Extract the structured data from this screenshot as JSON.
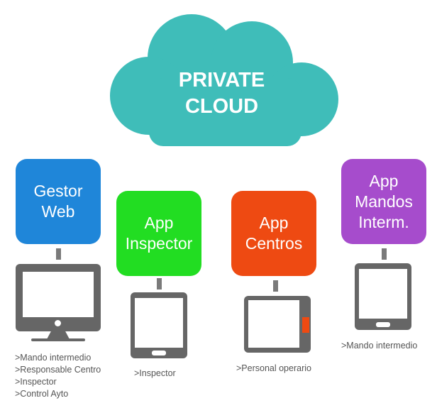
{
  "cloud": {
    "line1": "PRIVATE",
    "line2": "CLOUD",
    "color": "#3fbdb9"
  },
  "nodes": [
    {
      "lines": [
        "Gestor",
        "Web"
      ],
      "color": "#1f86d9",
      "device": "monitor",
      "users": [
        ">Mando intermedio",
        ">Responsable Centro",
        ">Inspector",
        ">Control Ayto"
      ]
    },
    {
      "lines": [
        "App",
        "Inspector"
      ],
      "color": "#22dd22",
      "device": "tablet",
      "users": [
        ">Inspector"
      ]
    },
    {
      "lines": [
        "App",
        "Centros"
      ],
      "color": "#ee4a12",
      "device": "tablet-landscape",
      "users": [
        ">Personal operario"
      ]
    },
    {
      "lines": [
        "App",
        "Mandos",
        "Interm."
      ],
      "color": "#a64ccc",
      "device": "tablet",
      "users": [
        ">Mando intermedio"
      ]
    }
  ]
}
